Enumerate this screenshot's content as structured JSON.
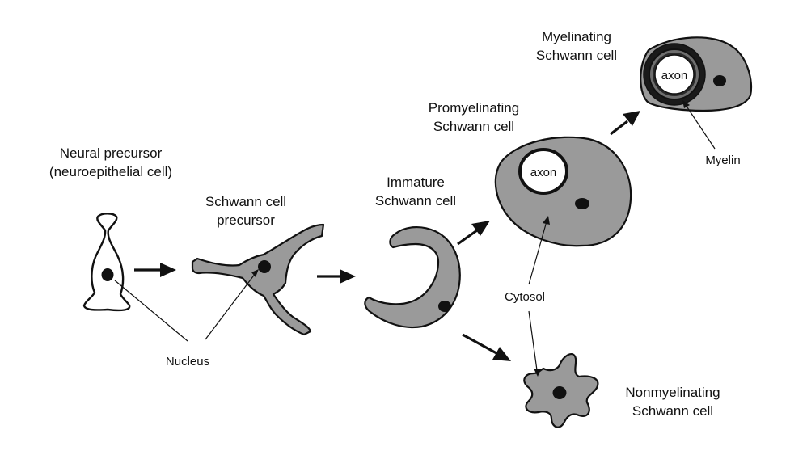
{
  "labels": {
    "neural_precursor": [
      "Neural precursor",
      "(neuroepithelial cell)"
    ],
    "schwann_precursor": [
      "Schwann cell",
      "precursor"
    ],
    "immature": [
      "Immature",
      "Schwann cell"
    ],
    "promyelinating": [
      "Promyelinating",
      "Schwann cell"
    ],
    "myelinating": [
      "Myelinating",
      "Schwann cell"
    ],
    "nonmyelinating": [
      "Nonmyelinating",
      "Schwann cell"
    ],
    "nucleus": "Nucleus",
    "cytosol": "Cytosol",
    "myelin": "Myelin",
    "axon_promyelinating": "axon",
    "axon_myelinating": "axon"
  }
}
